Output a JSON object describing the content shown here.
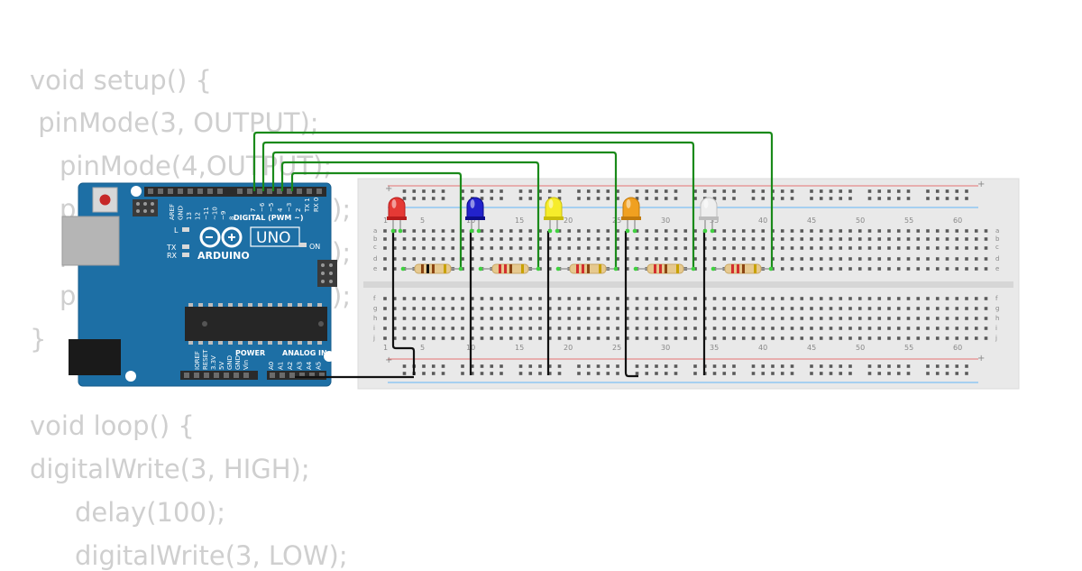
{
  "code": {
    "lines": [
      "void setup() {",
      " pinMode(3, OUTPUT);",
      "pinMode(4,OUTPUT);",
      "p",
      "p",
      "p",
      "}",
      "void loop() {",
      "digitalWrite(3, HIGH);",
      "delay(100);",
      "digitalWrite(3, LOW);"
    ],
    "partial_tails": [
      ");",
      ");",
      ");"
    ]
  },
  "arduino": {
    "logo_text": "ARDUINO",
    "model": "UNO",
    "digital_header": "DIGITAL (PWM ~)",
    "power_header": "POWER",
    "analog_header": "ANALOG IN",
    "on_label": "ON",
    "l_label": "L",
    "tx_label": "TX",
    "rx_label": "RX",
    "left_pins": [
      "AREF",
      "GND",
      "13",
      "12",
      "~11",
      "~10",
      "~9",
      "8"
    ],
    "right_pins": [
      "7",
      "~6",
      "~5",
      "4",
      "~3",
      "2",
      "TX 1",
      "RX 0"
    ],
    "power_pins": [
      "IOREF",
      "RESET",
      "3.3V",
      "5V",
      "GND",
      "GND",
      "Vin"
    ],
    "analog_pins": [
      "A0",
      "A1",
      "A2",
      "A3",
      "A4",
      "A5"
    ]
  },
  "breadboard": {
    "column_numbers": [
      "1",
      "5",
      "10",
      "15",
      "20",
      "25",
      "30",
      "35",
      "40",
      "45",
      "50",
      "55",
      "60"
    ],
    "rows_top": [
      "a",
      "b",
      "c",
      "d",
      "e"
    ],
    "rows_bottom": [
      "f",
      "g",
      "h",
      "i",
      "j"
    ],
    "plus": "+"
  },
  "leds": [
    {
      "color": "red",
      "body": "#e53935",
      "dark": "#b71c1c"
    },
    {
      "color": "blue",
      "body": "#2222cc",
      "dark": "#0d0d8a"
    },
    {
      "color": "yellow",
      "body": "#f6ec2b",
      "dark": "#c9bd0a"
    },
    {
      "color": "orange",
      "body": "#f0a020",
      "dark": "#c27a0c"
    },
    {
      "color": "white",
      "body": "#eeeeee",
      "dark": "#bdbdbd"
    }
  ],
  "colors": {
    "board_blue": "#1d6fa5",
    "wire_green": "#1a8a1a",
    "wire_black": "#111111",
    "code_grey": "#cfcfcf",
    "breadboard": "#e9e9e9"
  }
}
